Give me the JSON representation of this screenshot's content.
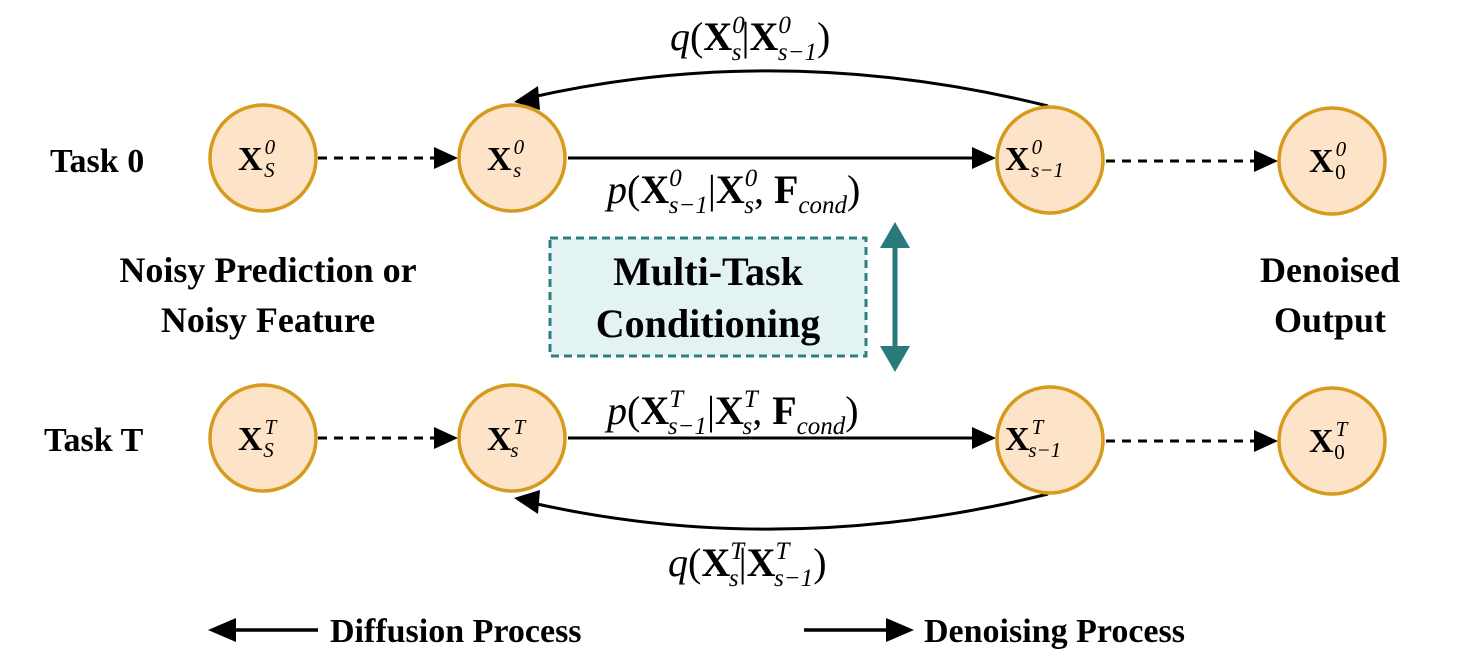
{
  "colors": {
    "node_fill": "#fde3c8",
    "node_stroke": "#d69a1c",
    "box_fill": "#e3f3f3",
    "box_stroke": "#2f7f7f",
    "teal_arrow": "#2a7a7c",
    "ink": "#000000"
  },
  "rows": {
    "task0": "Task 0",
    "taskT": "Task T"
  },
  "captions": {
    "noisy_line1": "Noisy Prediction or",
    "noisy_line2": "Noisy Feature",
    "denoised_line1": "Denoised",
    "denoised_line2": "Output",
    "mtc_line1": "Multi-Task",
    "mtc_line2": "Conditioning"
  },
  "nodes": {
    "t0_start": {
      "base": "X",
      "sup": "0",
      "sub": "S"
    },
    "t0_s": {
      "base": "X",
      "sup": "0",
      "sub": "s"
    },
    "t0_s1": {
      "base": "X",
      "sup": "0",
      "sub": "s−1"
    },
    "t0_out": {
      "base": "X",
      "sup": "0",
      "sub": "0"
    },
    "tT_start": {
      "base": "X",
      "sup": "T",
      "sub": "S"
    },
    "tT_s": {
      "base": "X",
      "sup": "T",
      "sub": "s"
    },
    "tT_s1": {
      "base": "X",
      "sup": "T",
      "sub": "s−1"
    },
    "tT_out": {
      "base": "X",
      "sup": "T",
      "sub": "0"
    }
  },
  "formulas": {
    "q0": {
      "f": "q",
      "open": "(",
      "b1": "X",
      "sub1": "s",
      "sup1": "0",
      "bar": "|",
      "b2": "X",
      "sub2": "s−1",
      "sup2": "0",
      "close": ")"
    },
    "p0": {
      "f": "p",
      "open": "(",
      "b1": "X",
      "sub1": "s−1",
      "sup1": "0",
      "bar": "|",
      "b2": "X",
      "sub2": "s",
      "sup2": "0",
      "comma": ", ",
      "b3": "F",
      "sub3": "cond",
      "close": ")"
    },
    "pT": {
      "f": "p",
      "open": "(",
      "b1": "X",
      "sub1": "s−1",
      "sup1": "T",
      "bar": "|",
      "b2": "X",
      "sub2": "s",
      "sup2": "T",
      "comma": ", ",
      "b3": "F",
      "sub3": "cond",
      "close": ")"
    },
    "qT": {
      "f": "q",
      "open": "(",
      "b1": "X",
      "sub1": "s",
      "sup1": "T",
      "bar": "|",
      "b2": "X",
      "sub2": "s−1",
      "sup2": "T",
      "close": ")"
    }
  },
  "legend": {
    "diffusion": "Diffusion Process",
    "denoising": "Denoising Process"
  }
}
